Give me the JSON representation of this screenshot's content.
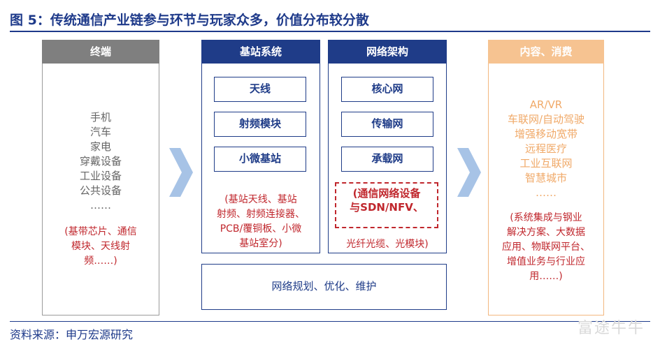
{
  "title": "图 5：传统通信产业链参与环节与玩家众多，价值分布较分散",
  "source": "资料来源：申万宏源研究",
  "watermark": "富途牛牛",
  "terminal": {
    "header": "终端",
    "items": [
      "手机",
      "汽车",
      "家电",
      "穿戴设备",
      "工业设备",
      "公共设备",
      "……"
    ],
    "note": [
      "(基带芯片、通信",
      "模块、天线射",
      "频……)"
    ]
  },
  "base_station": {
    "header": "基站系统",
    "boxes": [
      "天线",
      "射频模块",
      "小微基站"
    ],
    "note": [
      "(基站天线、基站",
      "射频、射频连接器、",
      "PCB/覆铜板、小微",
      "基站室分)"
    ]
  },
  "network": {
    "header": "网络架构",
    "boxes": [
      "核心网",
      "传输网",
      "承载网"
    ],
    "dashed": [
      "(通信网络设备",
      "与SDN/NFV、"
    ],
    "note_tail": "光纤光缆、光模块)"
  },
  "content": {
    "header": "内容、消费",
    "items": [
      "AR/VR",
      "车联网/自动驾驶",
      "增强移动宽带",
      "远程医疗",
      "工业互联网",
      "智慧城市",
      "……"
    ],
    "note": [
      "(系统集成与钢业",
      "解决方案、大数据",
      "应用、物联网平台、",
      "增值业务与行业应",
      "用……)"
    ]
  },
  "bottom": "网络规划、优化、维护",
  "colors": {
    "navy": "#1f3c88",
    "gray": "#7f7f7f",
    "peach": "#f6c391",
    "red": "#c0272d"
  }
}
